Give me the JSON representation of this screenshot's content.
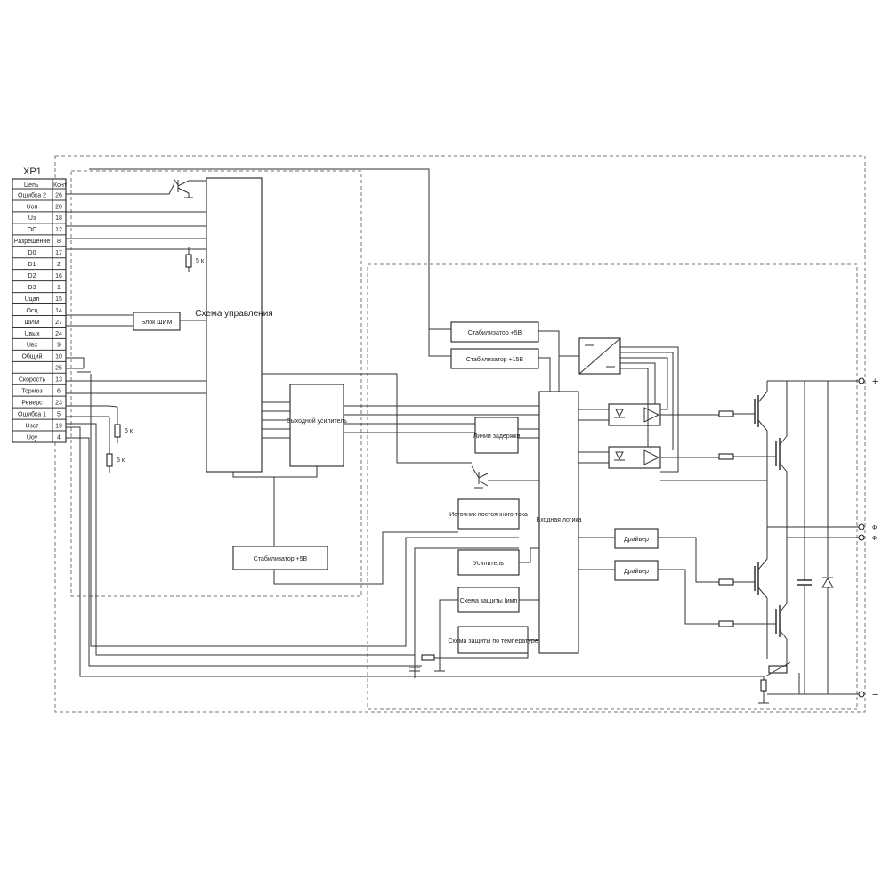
{
  "connector": {
    "name": "XP1",
    "header": {
      "circuit": "Цепь",
      "contact": "Конт"
    },
    "rows": [
      {
        "label": "Ошибка 2",
        "pin": "26"
      },
      {
        "label": "Uоп",
        "pin": "20"
      },
      {
        "label": "Uз",
        "pin": "18"
      },
      {
        "label": "ОС",
        "pin": "12"
      },
      {
        "label": "Разрешение",
        "pin": "8"
      },
      {
        "label": "D0",
        "pin": "17"
      },
      {
        "label": "D1",
        "pin": "2"
      },
      {
        "label": "D2",
        "pin": "16"
      },
      {
        "label": "D3",
        "pin": "1"
      },
      {
        "label": "Uцап",
        "pin": "15"
      },
      {
        "label": "Осц",
        "pin": "14"
      },
      {
        "label": "ШИМ",
        "pin": "27"
      },
      {
        "label": "Uвых",
        "pin": "24"
      },
      {
        "label": "Uвх",
        "pin": "9"
      },
      {
        "label": "Общий",
        "pin": "10"
      },
      {
        "label": "",
        "pin": "25"
      },
      {
        "label": "Скорость",
        "pin": "13"
      },
      {
        "label": "Тормоз",
        "pin": "6"
      },
      {
        "label": "Реверс",
        "pin": "23"
      },
      {
        "label": "Ошибка 1",
        "pin": "5"
      },
      {
        "label": "Uзст",
        "pin": "19"
      },
      {
        "label": "Uоу",
        "pin": "4"
      }
    ]
  },
  "blocks": {
    "control_scheme": "Схема управления",
    "pwm_block": "Блок ШИМ",
    "output_amplifier": "Выходной усилитель",
    "stabilizer_5v_left": "Стабилизатор +5В",
    "stabilizer_5v": "Стабилизатор +5В",
    "stabilizer_15v": "Стабилизатор +15В",
    "delay_lines": "Линии задержки",
    "current_source": "Источник постоянного тока",
    "amplifier": "Усилитель",
    "pulse_protection": "Схема защиты Iимп",
    "temp_protection": "Схема защиты по температуре",
    "input_logic": "Входная логика",
    "driver_1": "Драйвер",
    "driver_2": "Драйвер"
  },
  "resistors": {
    "r1": "5 к",
    "r2": "5 к",
    "r3": "5 к"
  },
  "terminals": {
    "plus": "+",
    "phase1": "Ф",
    "phase2": "Ф",
    "minus": "−"
  }
}
